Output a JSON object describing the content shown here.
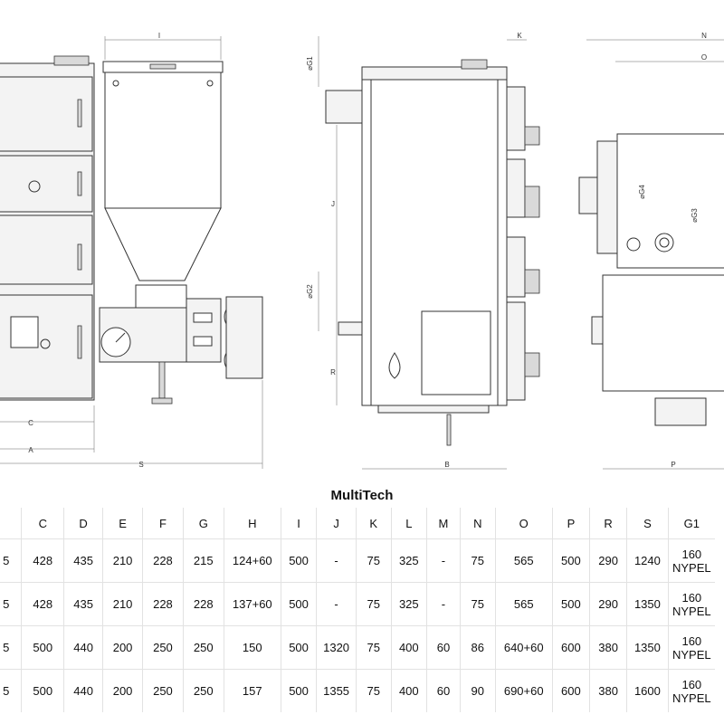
{
  "title": "MultiTech",
  "drawing_labels": {
    "view1": {
      "I": "I",
      "C": "C",
      "A": "A",
      "S": "S"
    },
    "view2": {
      "K": "K",
      "G1": "⌀G1",
      "J": "J",
      "G2": "⌀G2",
      "R": "R",
      "B": "B"
    },
    "view3": {
      "N": "N",
      "O": "O",
      "G4": "⌀G4",
      "G3": "⌀G3",
      "P": "P"
    }
  },
  "table": {
    "headers": [
      "",
      "C",
      "D",
      "E",
      "F",
      "G",
      "H",
      "I",
      "J",
      "K",
      "L",
      "M",
      "N",
      "O",
      "P",
      "R",
      "S",
      "G1"
    ],
    "rows": [
      [
        "5",
        "428",
        "435",
        "210",
        "228",
        "215",
        "124+60",
        "500",
        "-",
        "75",
        "325",
        "-",
        "75",
        "565",
        "500",
        "290",
        "1240",
        "160 NYPEL"
      ],
      [
        "5",
        "428",
        "435",
        "210",
        "228",
        "228",
        "137+60",
        "500",
        "-",
        "75",
        "325",
        "-",
        "75",
        "565",
        "500",
        "290",
        "1350",
        "160 NYPEL"
      ],
      [
        "5",
        "500",
        "440",
        "200",
        "250",
        "250",
        "150",
        "500",
        "1320",
        "75",
        "400",
        "60",
        "86",
        "640+60",
        "600",
        "380",
        "1350",
        "160 NYPEL"
      ],
      [
        "5",
        "500",
        "440",
        "200",
        "250",
        "250",
        "157",
        "500",
        "1355",
        "75",
        "400",
        "60",
        "90",
        "690+60",
        "600",
        "380",
        "1600",
        "160 NYPEL"
      ]
    ]
  }
}
